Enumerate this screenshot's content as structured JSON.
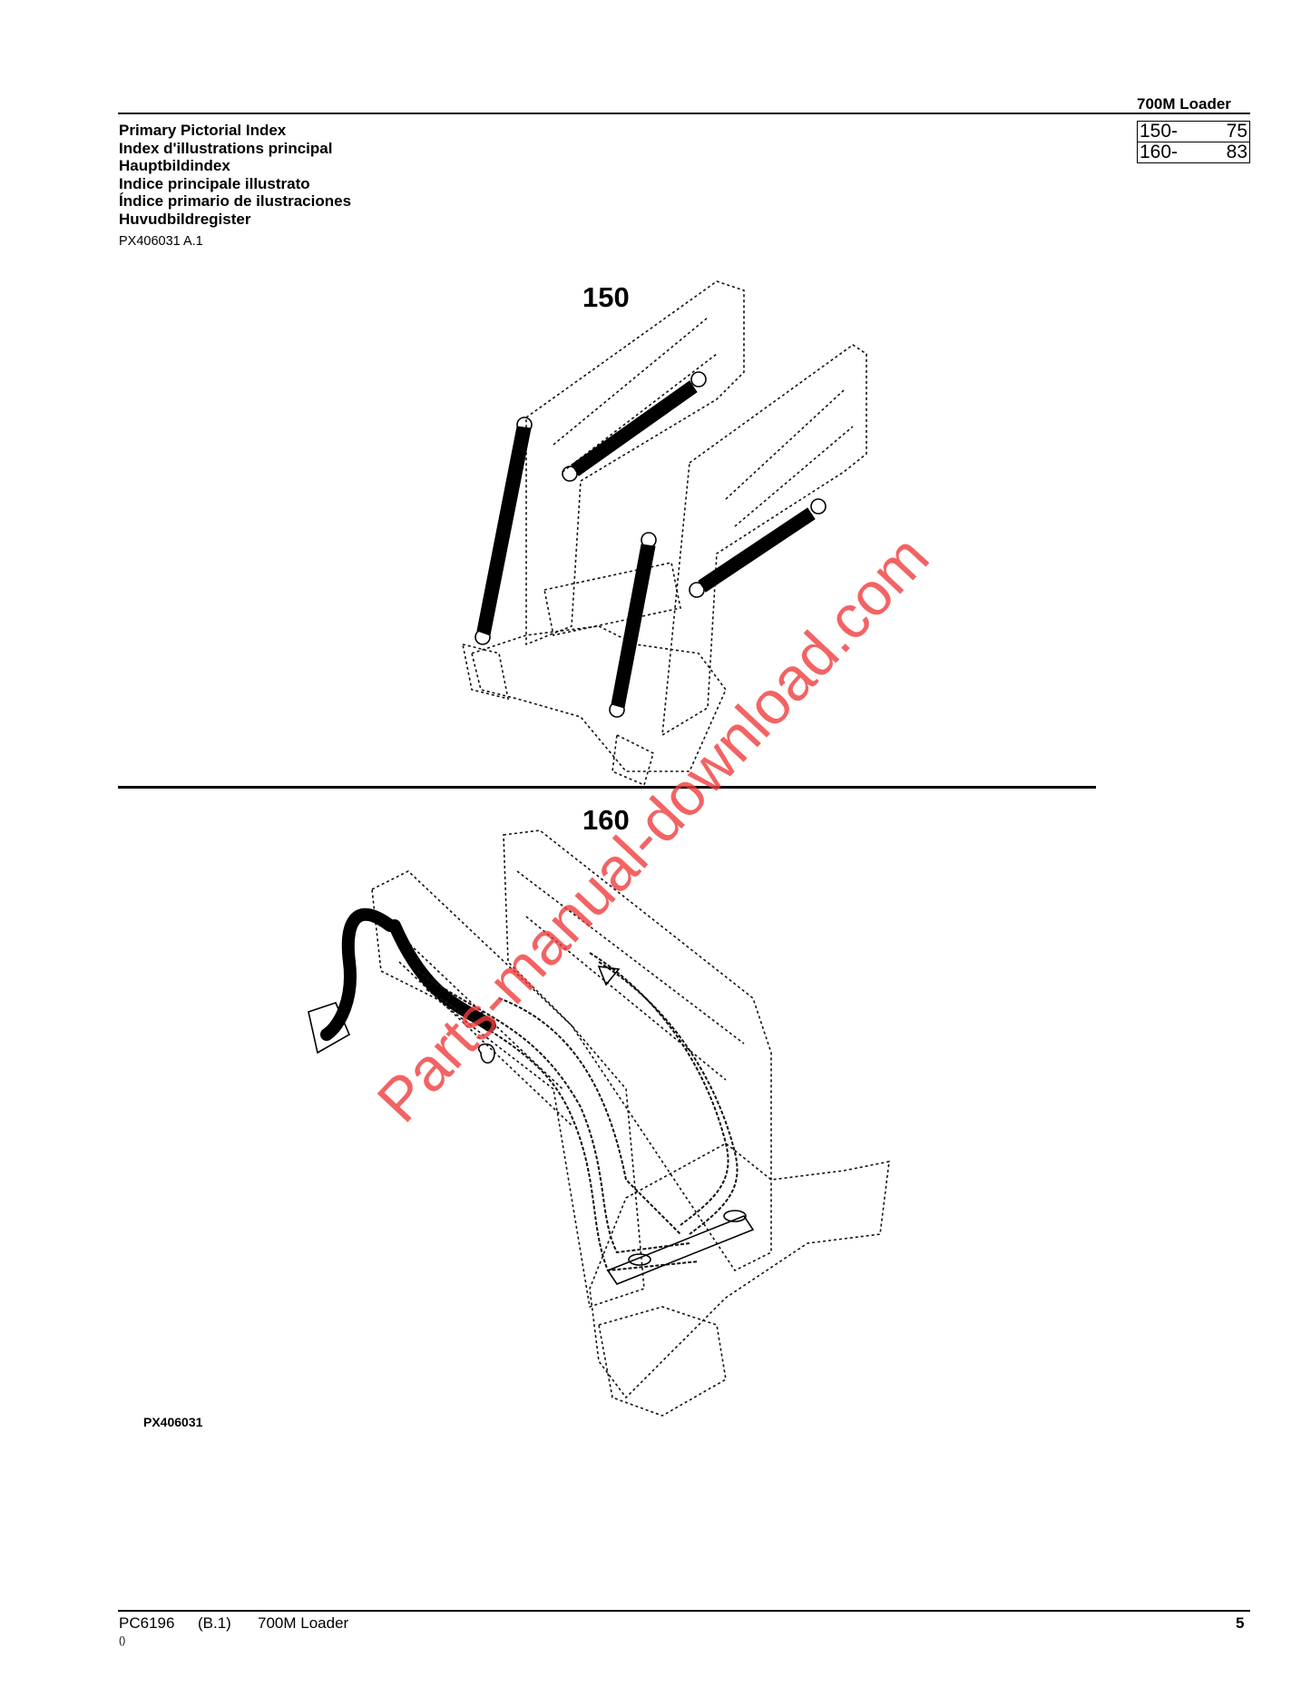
{
  "header": {
    "title": "700M  Loader",
    "index": [
      {
        "group": "150-",
        "page": "75"
      },
      {
        "group": "160-",
        "page": "83"
      }
    ]
  },
  "titles": [
    "Primary Pictorial Index",
    "Index d'illustrations principal",
    "Hauptbildindex",
    "Indice principale illustrato",
    "Índice primario de ilustraciones",
    "Huvudbildregister"
  ],
  "figure_ref": "PX406031 A.1",
  "figures": [
    {
      "label": "150"
    },
    {
      "label": "160"
    }
  ],
  "figure_ref_bottom": "PX406031",
  "watermark": "Parts-manual-download.com",
  "footer": {
    "doc_id": "PC6196",
    "revision": "(B.1)",
    "title": "700M Loader",
    "page": "5",
    "small": "()"
  }
}
